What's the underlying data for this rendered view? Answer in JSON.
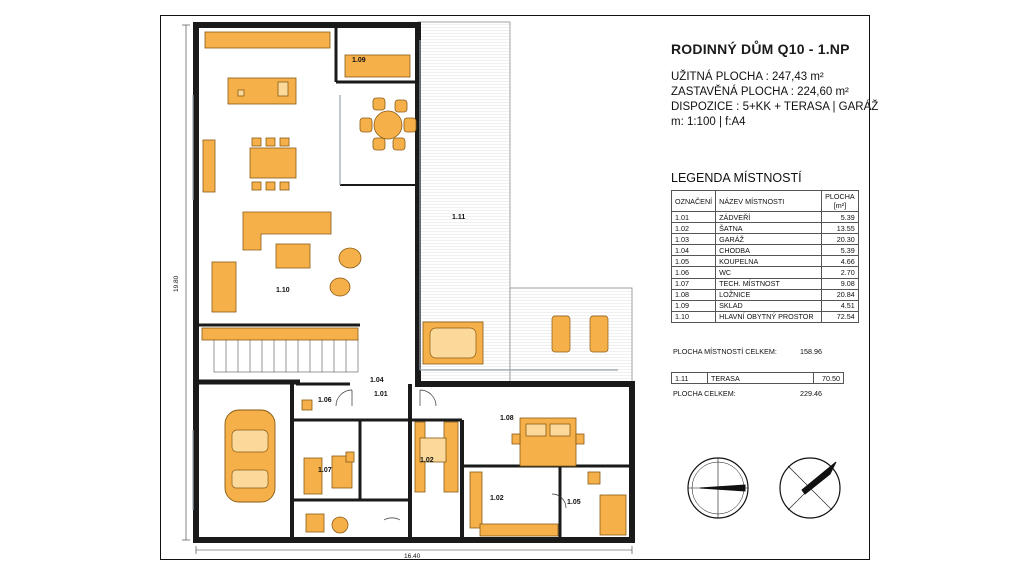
{
  "header": {
    "title": "RODINNÝ DŮM Q10 - 1.NP",
    "lines": [
      "UŽITNÁ PLOCHA : 247,43 m²",
      "ZASTAVĚNÁ PLOCHA : 224,60 m²",
      "DISPOZICE : 5+KK + TERASA | GARÁŽ",
      "m: 1:100 | f:A4"
    ]
  },
  "legend": {
    "title": "LEGENDA MÍSTNOSTÍ",
    "col_code": "OZNAČENÍ",
    "col_name": "NÁZEV MÍSTNOSTI",
    "col_area": "PLOCHA",
    "col_unit": "[m²]",
    "rooms": [
      {
        "code": "1.01",
        "name": "ZÁDVEŘÍ",
        "area": "5.39"
      },
      {
        "code": "1.02",
        "name": "ŠATNA",
        "area": "13.55"
      },
      {
        "code": "1.03",
        "name": "GARÁŽ",
        "area": "20.30"
      },
      {
        "code": "1.04",
        "name": "CHODBA",
        "area": "5.39"
      },
      {
        "code": "1.05",
        "name": "KOUPELNA",
        "area": "4.66"
      },
      {
        "code": "1.06",
        "name": "WC",
        "area": "2.70"
      },
      {
        "code": "1.07",
        "name": "TECH. MÍSTNOST",
        "area": "9.08"
      },
      {
        "code": "1.08",
        "name": "LOŽNICE",
        "area": "20.84"
      },
      {
        "code": "1.09",
        "name": "SKLAD",
        "area": "4.51"
      },
      {
        "code": "1.10",
        "name": "HLAVNÍ OBYTNÝ PROSTOR",
        "area": "72.54"
      }
    ],
    "rooms_total_label": "PLOCHA MÍSTNOSTÍ CELKEM:",
    "rooms_total": "158.96",
    "terrace": {
      "code": "1.11",
      "name": "TERASA",
      "area": "70.50"
    },
    "grand_total_label": "PLOCHA CELKEM:",
    "grand_total": "229.46"
  },
  "plan": {
    "room_labels": [
      "1.01",
      "1.02",
      "1.02",
      "1.04",
      "1.05",
      "1.06",
      "1.07",
      "1.08",
      "1.09",
      "1.10",
      "1.11"
    ],
    "dim_width": "16.40",
    "dim_depth": "19.80"
  },
  "colors": {
    "wall": "#1a1a1a",
    "furniture": "#f5b04a",
    "furniture_stroke": "#8a5a14",
    "terrace": "#d9d9d9",
    "glass": "#9aa7b0"
  }
}
